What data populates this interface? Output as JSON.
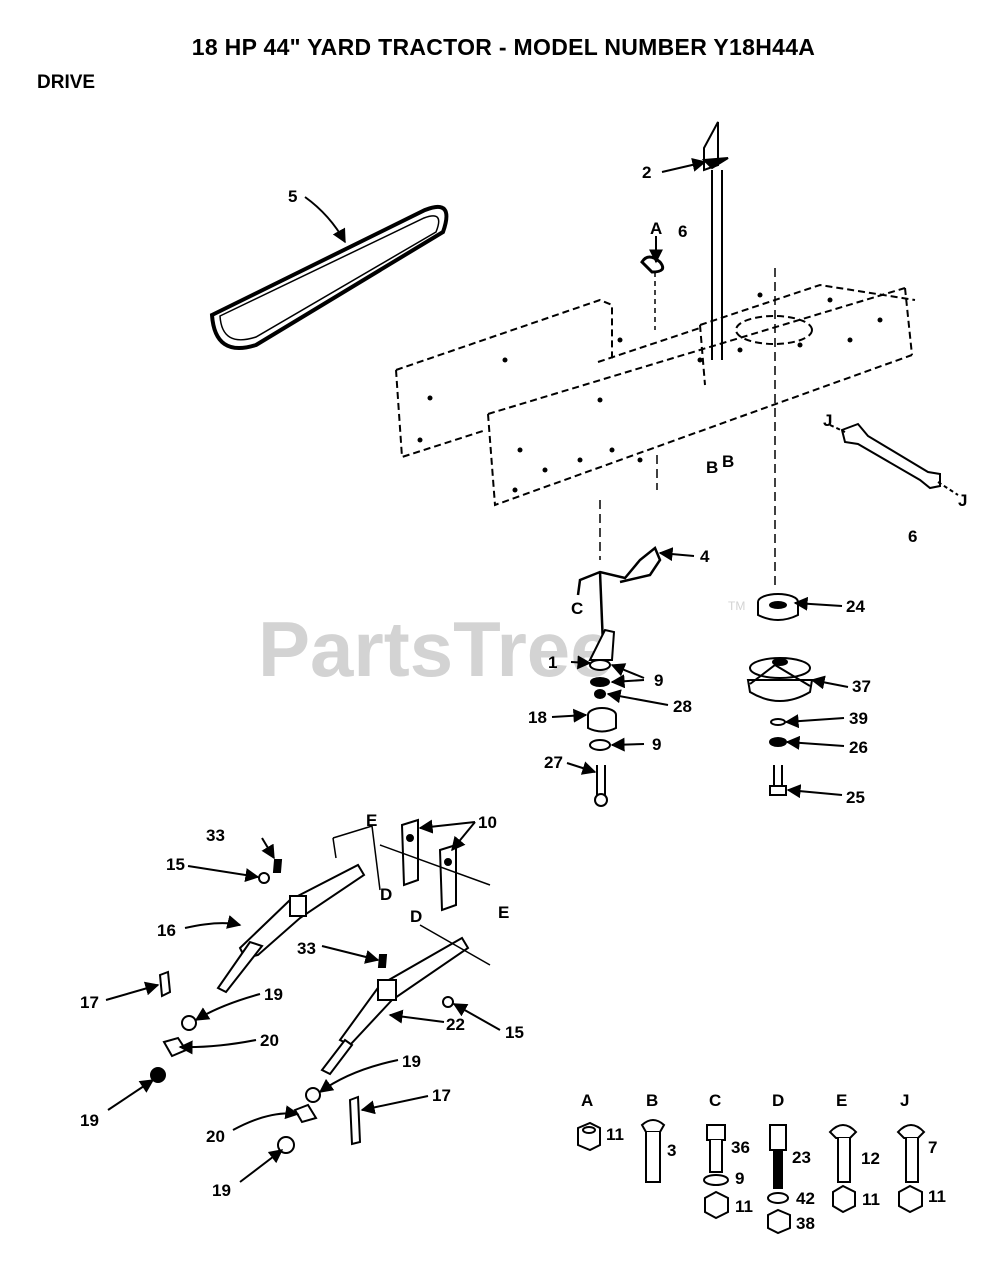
{
  "header": {
    "title": "18 HP 44\" YARD TRACTOR - MODEL NUMBER Y18H44A",
    "section": "DRIVE"
  },
  "watermark": {
    "text": "PartsTree",
    "trademark": "TM",
    "color": "#d3d3d3"
  },
  "callouts": {
    "c1": "1",
    "c2": "2",
    "c4": "4",
    "c5": "5",
    "c6a": "6",
    "c6b": "6",
    "c9a": "9",
    "c9b": "9",
    "c10": "10",
    "c15a": "15",
    "c15b": "15",
    "c16": "16",
    "c17a": "17",
    "c17b": "17",
    "c18": "18",
    "c19a": "19",
    "c19b": "19",
    "c19c": "19",
    "c19d": "19",
    "c20a": "20",
    "c20b": "20",
    "c22": "22",
    "c24": "24",
    "c25": "25",
    "c26": "26",
    "c27": "27",
    "c28": "28",
    "c33a": "33",
    "c33b": "33",
    "c37": "37",
    "c39": "39"
  },
  "refs": {
    "A": "A",
    "B1": "B",
    "B2": "B",
    "C": "C",
    "D1": "D",
    "D2": "D",
    "E1": "E",
    "E2": "E",
    "J1": "J",
    "J2": "J"
  },
  "hardware_key": {
    "A": {
      "letter": "A",
      "parts": [
        "11"
      ]
    },
    "B": {
      "letter": "B",
      "parts": [
        "3"
      ]
    },
    "C": {
      "letter": "C",
      "parts": [
        "36",
        "9",
        "11"
      ]
    },
    "D": {
      "letter": "D",
      "parts": [
        "23",
        "42",
        "38"
      ]
    },
    "E": {
      "letter": "E",
      "parts": [
        "12",
        "11"
      ]
    },
    "J": {
      "letter": "J",
      "parts": [
        "7",
        "11"
      ]
    }
  }
}
